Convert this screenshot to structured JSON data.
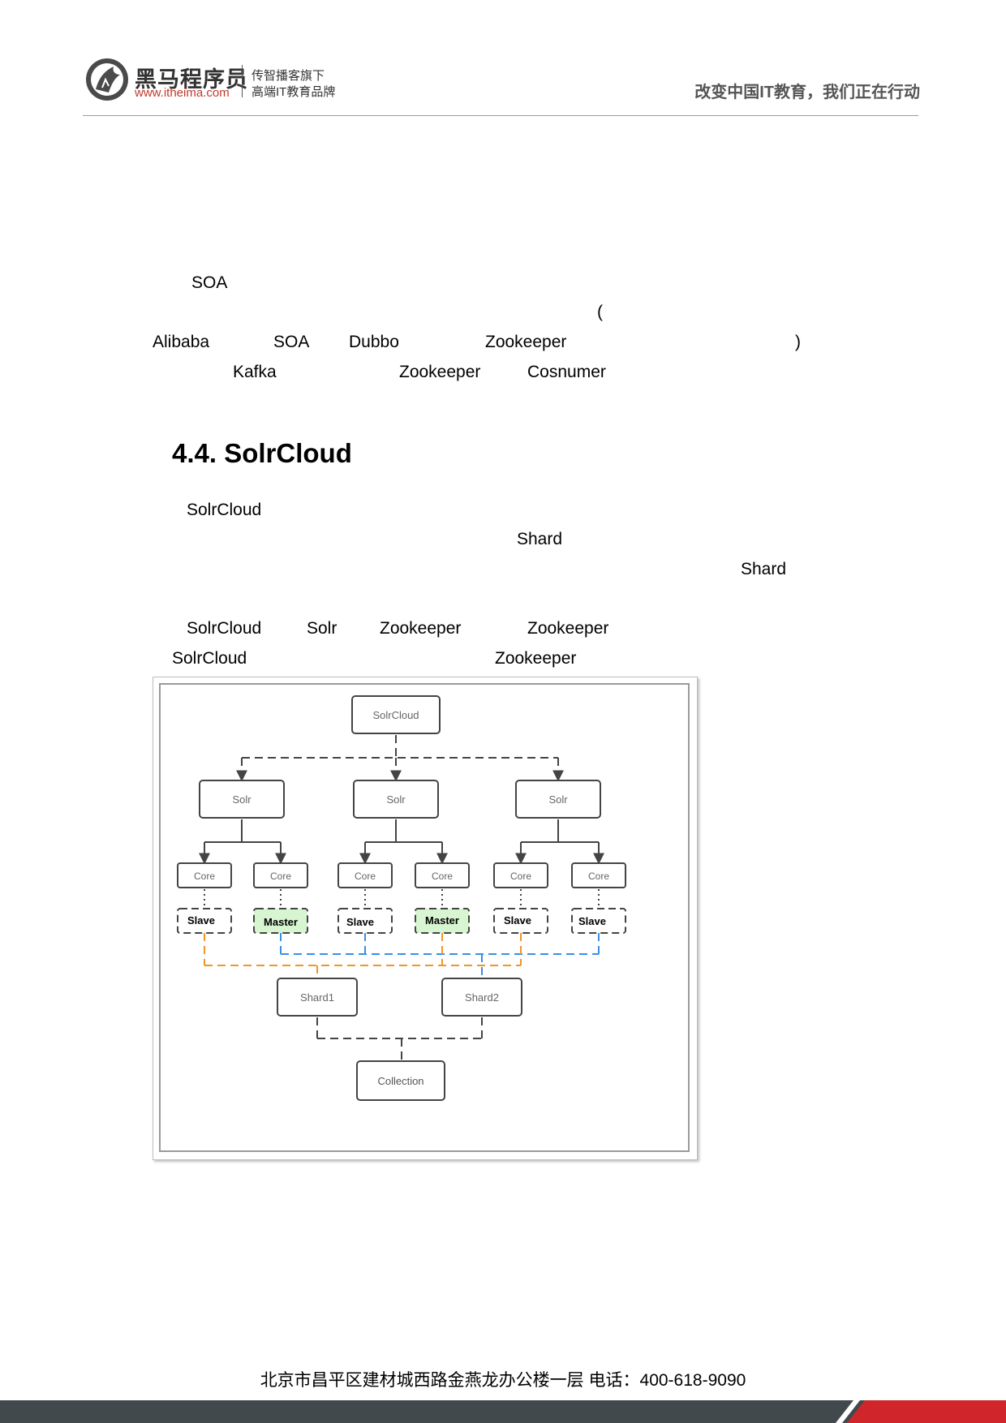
{
  "header": {
    "brand": "黑马程序员",
    "url": "www.itheima.com",
    "tagline_1": "传智播客旗下",
    "tagline_2": "高端IT教育品牌",
    "slogan": "改变中国IT教育，我们正在行动"
  },
  "intro": {
    "line1": [
      "SOA"
    ],
    "line2": [
      "("
    ],
    "line3": [
      "Alibaba",
      "SOA",
      "Dubbo",
      "Zookeeper",
      ")"
    ],
    "line4": [
      "Kafka",
      "Zookeeper",
      "Cosnumer"
    ]
  },
  "section": {
    "heading": "4.4. SolrCloud",
    "p1": [
      "SolrCloud",
      "Shard",
      "Shard"
    ],
    "p2": [
      "SolrCloud",
      "Solr",
      "Zookeeper",
      "Zookeeper"
    ],
    "p3": [
      "SolrCloud",
      "Zookeeper"
    ]
  },
  "diagram": {
    "root": "SolrCloud",
    "solr_nodes": [
      "Solr",
      "Solr",
      "Solr"
    ],
    "cores": [
      "Core",
      "Core",
      "Core",
      "Core",
      "Core",
      "Core"
    ],
    "replicas": [
      "Slave",
      "Master",
      "Slave",
      "Master",
      "Slave",
      "Slave"
    ],
    "shards": [
      "Shard1",
      "Shard2"
    ],
    "collection": "Collection",
    "colors": {
      "master_fill": "#d6f5d0",
      "shard1_link": "#f0952a",
      "shard2_link": "#3a8fe6",
      "box_stroke": "#444444",
      "label_text": "#666666"
    }
  },
  "footer": {
    "address": "北京市昌平区建材城西路金燕龙办公楼一层   电话：400-618-9090"
  }
}
